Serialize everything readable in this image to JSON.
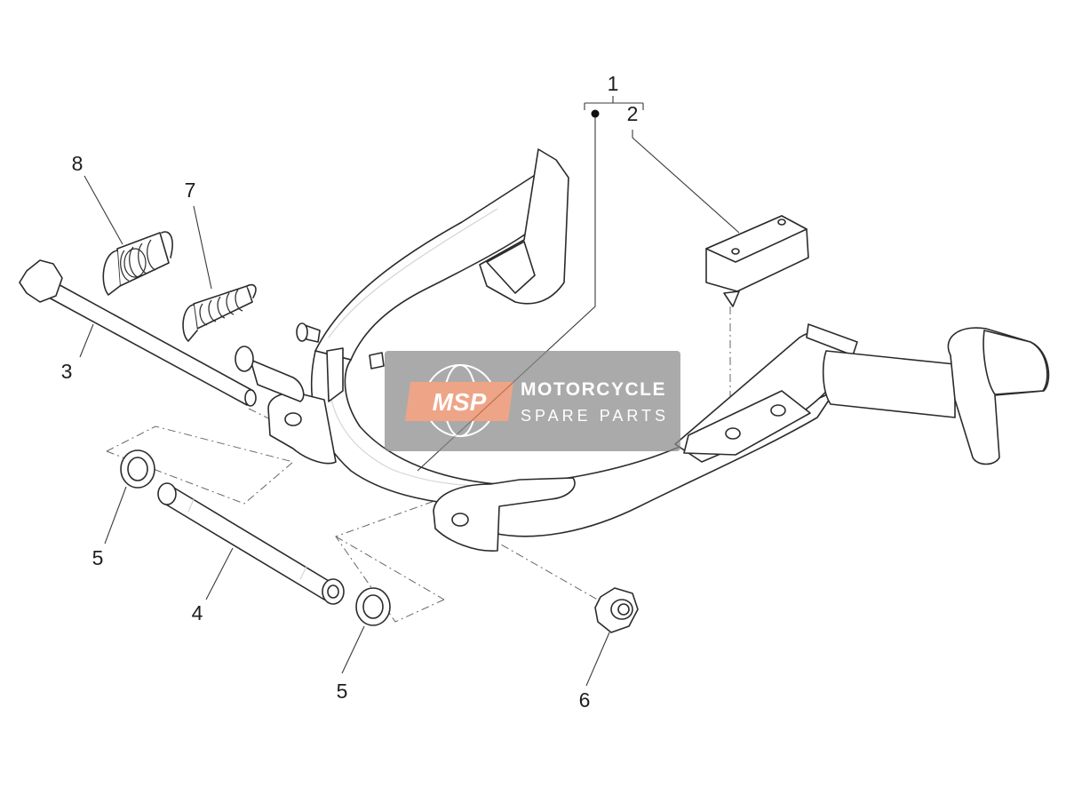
{
  "diagram": {
    "callouts": [
      {
        "id": "c1",
        "label": "1"
      },
      {
        "id": "c2",
        "label": "2"
      },
      {
        "id": "c3",
        "label": "3"
      },
      {
        "id": "c4",
        "label": "4"
      },
      {
        "id": "c5a",
        "label": "5"
      },
      {
        "id": "c5b",
        "label": "5"
      },
      {
        "id": "c6",
        "label": "6"
      },
      {
        "id": "c7",
        "label": "7"
      },
      {
        "id": "c8",
        "label": "8"
      }
    ]
  },
  "watermark": {
    "logo_text": "MSP",
    "line1": "MOTORCYCLE",
    "line2": "SPARE PARTS",
    "logo_color": "#e8835a",
    "text_color": "#ffffff",
    "panel_color": "#8a8a8a"
  }
}
